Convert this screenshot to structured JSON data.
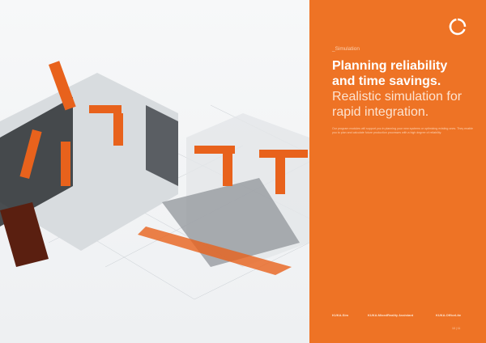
{
  "panel": {
    "kicker": "_Simulation",
    "headline_bold": "Planning reliability and time savings.",
    "headline_light": "Realistic simulation for rapid integration.",
    "body": "Our program modules will support you in planning your new systems or optimizing existing ones. They enable you to plan and calculate future production processes with a high degree of reliability.",
    "products": [
      "KUKA.Sim",
      "KUKA.MixedReality Assistant",
      "KUKA.OfficeLite"
    ],
    "page_number": "10 | 11"
  },
  "colors": {
    "accent": "#ee7325",
    "robot": "#e8621c"
  }
}
